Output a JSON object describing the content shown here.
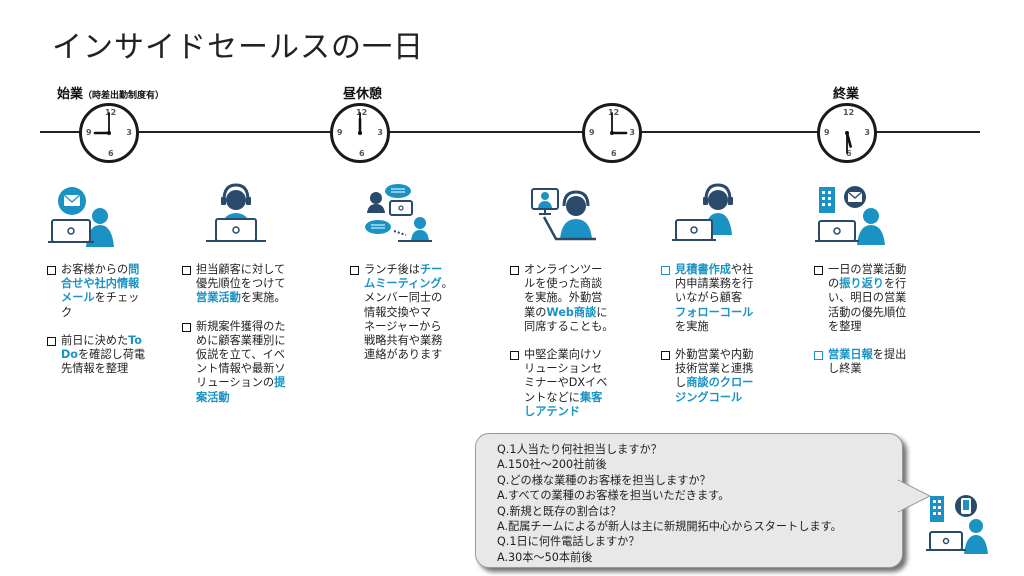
{
  "title": "インサイドセールスの一日",
  "phases": {
    "start_label": "始業",
    "start_note": "（時差出勤制度有）",
    "lunch_label": "昼休憩",
    "end_label": "終業"
  },
  "clock_numerals": {
    "n12": "12",
    "n3": "3",
    "n6": "6",
    "n9": "9"
  },
  "clocks": [
    {
      "hour": 9,
      "minute": 0
    },
    {
      "hour": 12,
      "minute": 0
    },
    {
      "hour": 15,
      "minute": 0
    },
    {
      "hour": 17,
      "minute": 30
    }
  ],
  "icons": [
    "email-laptop-person-icon",
    "headset-laptop-person-icon",
    "meeting-chat-people-icon",
    "online-meeting-person-icon",
    "headset-laptop-person-icon",
    "building-email-laptop-person-icon"
  ],
  "columns": [
    {
      "items": [
        {
          "parts": [
            "お客様からの",
            "問\n合せや社内情報\nメール",
            "をチェッ\nク"
          ]
        },
        {
          "parts": [
            "前日に決めた",
            "To\nDo",
            "を確認し荷電\n先情報を整理"
          ]
        }
      ]
    },
    {
      "items": [
        {
          "parts": [
            "担当顧客に対して\n優先順位をつけて\n",
            "営業活動",
            "を実施。"
          ]
        },
        {
          "parts": [
            "新規案件獲得のた\nめに顧客業種別に\n仮説を立て、イベ\nント情報や最新ソ\nリューションの",
            "提\n案活動",
            ""
          ]
        }
      ]
    },
    {
      "items": [
        {
          "parts": [
            "ランチ後は",
            "チー\nムミーティング",
            "。\nメンバー同士の\n情報交換やマ\nネージャーから\n戦略共有や業務\n連絡があります"
          ]
        }
      ]
    },
    {
      "items": [
        {
          "parts": [
            "オンラインツー\nルを使った商談\nを実施。外勤営\n業の",
            "Web商談",
            "に\n同席することも。"
          ]
        },
        {
          "parts": [
            "中堅企業向けソ\nリューションセ\nミナーやDXイベ\nントなどに",
            "集客\nし",
            ""
          ],
          "extra": [
            "",
            "アテンド",
            ""
          ]
        }
      ]
    },
    {
      "items": [
        {
          "parts": [
            "",
            "見積書作成",
            "や社\n内申請業務を行\nいながら顧客\n"
          ],
          "extra": [
            "",
            "フォローコール",
            "\nを実施"
          ]
        },
        {
          "parts": [
            "外勤営業や内勤\n技術営業と連携\nし",
            "商談のクロー\nジングコール",
            ""
          ]
        }
      ]
    },
    {
      "items": [
        {
          "parts": [
            "一日の営業活動\nの",
            "振り返り",
            "を行\nい、明日の営業\n活動の優先順位\nを整理"
          ]
        },
        {
          "parts": [
            "",
            "営業日報",
            "を提出\nし終業"
          ]
        }
      ]
    }
  ],
  "qa": [
    "Q.1人当たり何社担当しますか？",
    "A.150社～200社前後",
    "Q.どの様な業種のお客様を担当しますか？",
    "A.すべての業種のお客様を担当いただきます。",
    "Q.新規と既存の割合は？",
    "A.配属チームによるが新人は主に新規開拓中心からスタートします。",
    "Q.1日に何件電話しますか？",
    "A.30本～50本前後"
  ],
  "colors": {
    "accent": "#1a93c4",
    "icon_dark": "#2a4a6b",
    "icon_blue": "#1a93c4"
  }
}
